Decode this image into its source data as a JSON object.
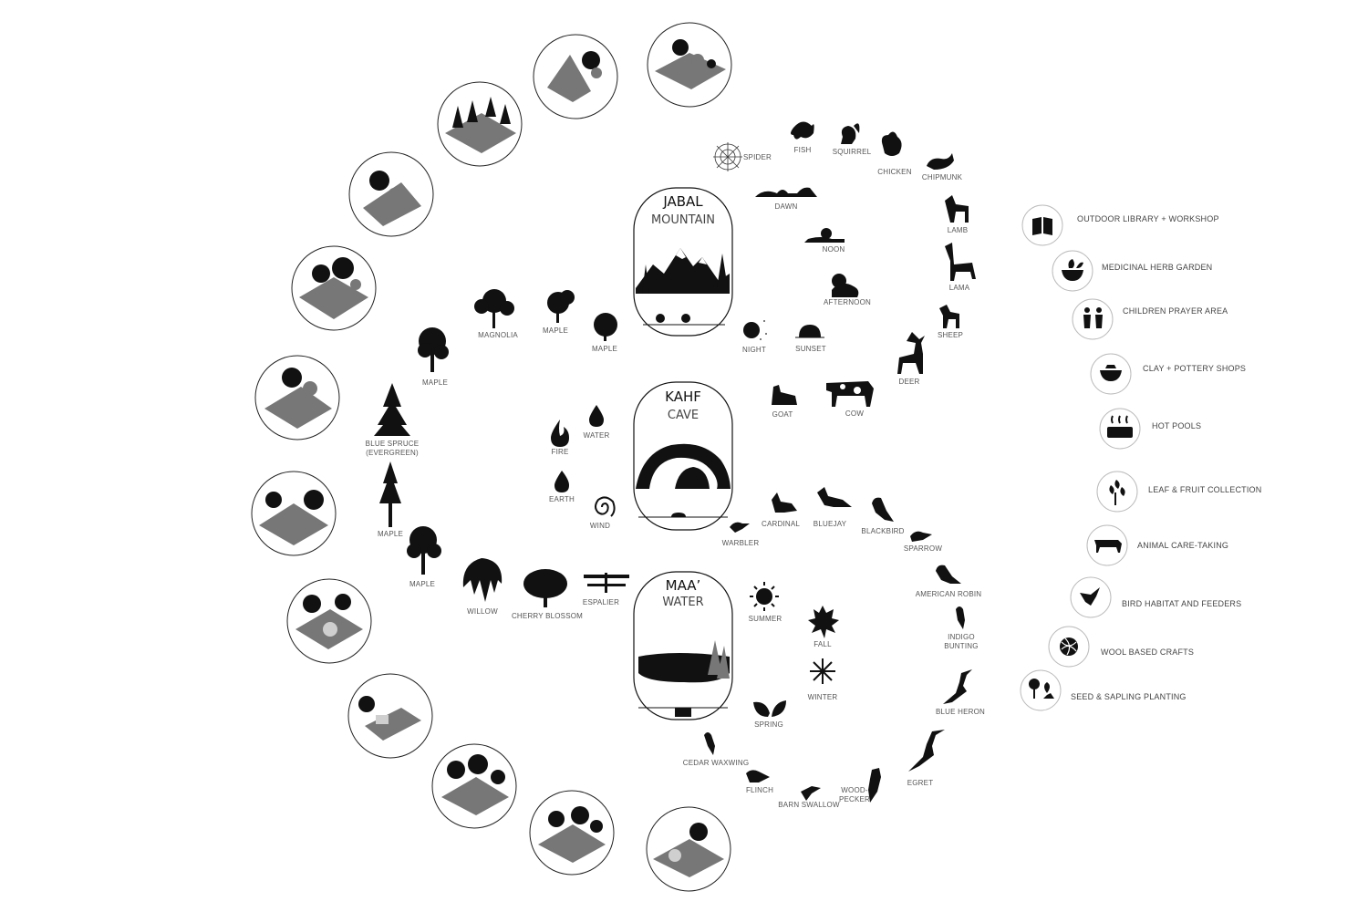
{
  "capsules": [
    {
      "title": "JABAL",
      "subtitle": "MOUNTAIN"
    },
    {
      "title": "KAHF",
      "subtitle": "CAVE"
    },
    {
      "title": "MAA’",
      "subtitle": "WATER"
    }
  ],
  "animals": [
    "SPIDER",
    "FISH",
    "SQUIRREL",
    "CHICKEN",
    "CHIPMUNK",
    "LAMB",
    "LAMA",
    "SHEEP",
    "DEER",
    "COW",
    "GOAT"
  ],
  "times_of_day": [
    "DAWN",
    "NOON",
    "AFTERNOON",
    "SUNSET",
    "NIGHT"
  ],
  "trees": [
    "MAGNOLIA",
    "MAPLE",
    "MAPLE",
    "MAPLE",
    "BLUE SPRUCE",
    "(EVERGREEN)",
    "MAPLE",
    "MAPLE",
    "WILLOW",
    "CHERRY BLOSSOM",
    "ESPALIER"
  ],
  "elements": [
    "FIRE",
    "WATER",
    "EARTH",
    "WIND"
  ],
  "birds": [
    "WARBLER",
    "CARDINAL",
    "BLUEJAY",
    "BLACKBIRD",
    "SPARROW",
    "AMERICAN ROBIN",
    "INDIGO",
    "BUNTING",
    "BLUE HERON",
    "EGRET",
    "WOOD-",
    "PECKER",
    "BARN SWALLOW",
    "FLINCH",
    "CEDAR WAXWING"
  ],
  "seasons": [
    "SUMMER",
    "FALL",
    "WINTER",
    "SPRING"
  ],
  "activities": [
    {
      "label": "OUTDOOR LIBRARY + WORKSHOP",
      "icon": "book-icon"
    },
    {
      "label": "MEDICINAL HERB GARDEN",
      "icon": "herb-bowl-icon"
    },
    {
      "label": "CHILDREN PRAYER AREA",
      "icon": "children-icon"
    },
    {
      "label": "CLAY + POTTERY SHOPS",
      "icon": "pottery-icon"
    },
    {
      "label": "HOT POOLS",
      "icon": "hot-pool-icon"
    },
    {
      "label": "LEAF & FRUIT COLLECTION",
      "icon": "wheat-icon"
    },
    {
      "label": "ANIMAL CARE-TAKING",
      "icon": "cow-icon"
    },
    {
      "label": "BIRD HABITAT AND FEEDERS",
      "icon": "bird-icon"
    },
    {
      "label": "WOOL BASED CRAFTS",
      "icon": "yarn-icon"
    },
    {
      "label": "SEED & SAPLING PLANTING",
      "icon": "sapling-icon"
    }
  ]
}
